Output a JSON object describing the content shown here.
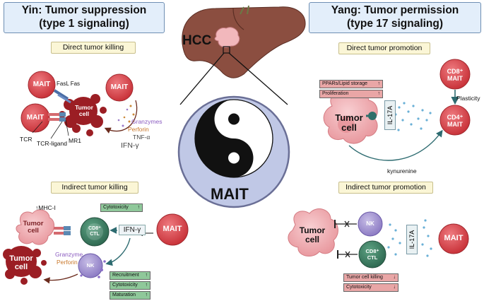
{
  "titles": {
    "yin_line1": "Yin: Tumor suppression",
    "yin_line2": "(type 1 signaling)",
    "yang_line1": "Yang: Tumor permission",
    "yang_line2": "(type 17 signaling)"
  },
  "sections": {
    "direct_killing": "Direct tumor killing",
    "indirect_killing": "Indirect tumor killing",
    "direct_promotion": "Direct tumor promotion",
    "indirect_promotion": "Indirect tumor promotion"
  },
  "center": {
    "hcc": "HCC",
    "mait": "MAIT"
  },
  "direct_killing": {
    "mait_a": "MAIT",
    "mait_b": "MAIT",
    "mait_c": "MAIT",
    "tumor_line1": "Tumor",
    "tumor_line2": "cell",
    "fasl_fas": "FasL Fas",
    "tcr": "TCR",
    "tcr_ligand": "TCR-ligand",
    "mr1": "MR1",
    "granzymes": "Granzymes",
    "perforin": "Perforin",
    "tnf": "TNF-α",
    "ifn": "IFN-γ"
  },
  "indirect_killing": {
    "mhc": "↑MHC-I",
    "tumor_a_line1": "Tumor",
    "tumor_a_line2": "cell",
    "tumor_b_line1": "Tumor",
    "tumor_b_line2": "cell",
    "cd8_line1": "CD8⁺",
    "cd8_line2": "CTL",
    "ifn": "IFN-γ",
    "mait": "MAIT",
    "nk": "NK",
    "granzyme": "Granzyme",
    "perforin": "Perforin",
    "cyto_label": "Cytotoxicity",
    "cyto_arrow": "↑",
    "nk_effects": [
      {
        "label": "Recruitment",
        "arrow": "↑"
      },
      {
        "label": "Cytotoxicity",
        "arrow": "↑"
      },
      {
        "label": "Maturation",
        "arrow": "↑"
      }
    ]
  },
  "direct_promotion": {
    "effects": [
      {
        "label": "PPARs/Lipid storage",
        "arrow": "↑"
      },
      {
        "label": "Proliferation",
        "arrow": "↑"
      }
    ],
    "tumor_line1": "Tumor",
    "tumor_line2": "cell",
    "il17a": "IL-17A",
    "cd8_line1": "CD8⁺",
    "cd8_line2": "MAIT",
    "cd4_line1": "CD4⁺",
    "cd4_line2": "MAIT",
    "plasticity": "Plasticity",
    "kynurenine": "kynurenine"
  },
  "indirect_promotion": {
    "tumor_line1": "Tumor",
    "tumor_line2": "cell",
    "nk": "NK",
    "cd8_line1": "CD8⁺",
    "cd8_line2": "CTL",
    "il17a": "IL-17A",
    "mait": "MAIT",
    "effects": [
      {
        "label": "Tumor cell killing",
        "arrow": "↓"
      },
      {
        "label": "Cytotoxicity",
        "arrow": "↓"
      }
    ]
  },
  "colors": {
    "mait_red": "#d94148",
    "tumor_pink": "#f2aeb3",
    "dark_red": "#9b1e24",
    "green_cell": "#3c7d63",
    "nk_purple": "#a99bd3",
    "liver": "#8b4e40",
    "yinyang_ring": "#c0c8e6",
    "title_fill": "#e3eefa",
    "section_fill": "#fbf6d6"
  }
}
